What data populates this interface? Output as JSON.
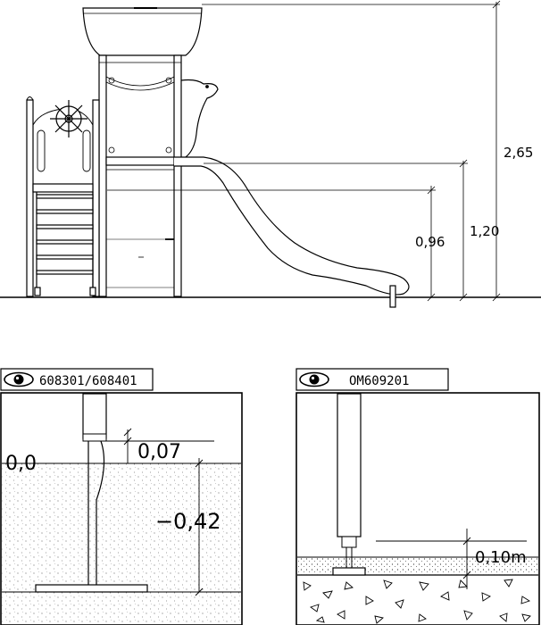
{
  "elevation": {
    "dimensions": {
      "total_height": "2,65",
      "platform_height": "1,20",
      "slide_exit_height": "0,96"
    }
  },
  "details": [
    {
      "eye_icon": "eye-icon",
      "code": "608301/608401",
      "zero_level": "0,0",
      "top_offset": "0,07",
      "depth": "−0,42"
    },
    {
      "eye_icon": "eye-icon",
      "code": "OM609201",
      "depth": "0,10m"
    }
  ]
}
